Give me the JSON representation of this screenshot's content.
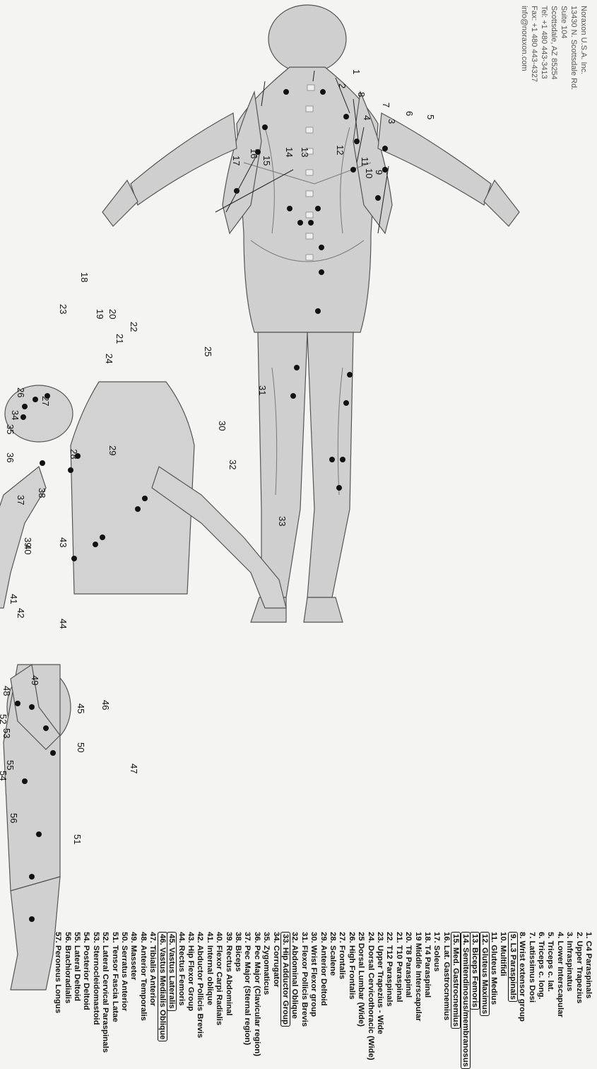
{
  "company": {
    "lines": [
      "Noraxon U.S.A. Inc.",
      "13430 N. Scottsdale Rd.",
      "Suite 104",
      "Scottsdale, AZ 85254",
      "Tel: +1 480 443-3413",
      "Fax: +1 480 443-4327",
      "info@noraxon.com"
    ]
  },
  "legend": [
    {
      "text": "1. C4 Paraspinals",
      "hl": false
    },
    {
      "text": "2. Upper Trapezius",
      "hl": false
    },
    {
      "text": "3. Infraspinatus",
      "hl": false
    },
    {
      "text": "4. Lower Interscapular",
      "hl": false
    },
    {
      "text": "5. Triceps c. lat.",
      "hl": false
    },
    {
      "text": "6. Triceps c. long.",
      "hl": false
    },
    {
      "text": "7. Latissimus Dosi",
      "hl": false
    },
    {
      "text": "8. Wrist extensor group",
      "hl": false
    },
    {
      "text": "9. L3 Paraspinals",
      "hl": true
    },
    {
      "text": "10. Multifidi",
      "hl": false
    },
    {
      "text": "11. Gluteus Medius",
      "hl": false
    },
    {
      "text": "12. Gluteus Maximus",
      "hl": true
    },
    {
      "text": "13. Biceps Femoris",
      "hl": true
    },
    {
      "text": "14. Semitendinosus/membranosus",
      "hl": true
    },
    {
      "text": "15. Med. Gastrocnemius",
      "hl": true
    },
    {
      "text": "16. Lat. Gastrocnemius",
      "hl": false
    },
    {
      "text": "17. Soleus",
      "hl": false
    },
    {
      "text": "18. T4 Paraspinal",
      "hl": false
    },
    {
      "text": "19 Middle Interscapular",
      "hl": false
    },
    {
      "text": "20. T8 Paraspinal",
      "hl": false
    },
    {
      "text": "21. T10 Paraspinal",
      "hl": false
    },
    {
      "text": "22. T12 Paraspinals",
      "hl": false
    },
    {
      "text": "23. Upper Trapezius - Wide",
      "hl": false
    },
    {
      "text": "24. Dorsal Cervicothoracic (Wide)",
      "hl": false
    },
    {
      "text": "25 Dorsal Lumbar (Wide)",
      "hl": false
    },
    {
      "text": "26. High Frontalis",
      "hl": false
    },
    {
      "text": "27. Frontalis",
      "hl": false
    },
    {
      "text": "28. Scalene",
      "hl": false
    },
    {
      "text": "29. Anterior Deltoid",
      "hl": false
    },
    {
      "text": "30. Wrist Flexor group",
      "hl": false
    },
    {
      "text": "31. Flexor Pollicis Brevis",
      "hl": false
    },
    {
      "text": "32. Abdominal Oblique",
      "hl": false
    },
    {
      "text": "33. Hip Adductor Group",
      "hl": true
    },
    {
      "text": "34. Corrugator",
      "hl": false
    },
    {
      "text": "35. Zygomaticus",
      "hl": false
    },
    {
      "text": "36. Pec Major (Clavicular region)",
      "hl": false
    },
    {
      "text": "37. Pec Major (Sternal region)",
      "hl": false
    },
    {
      "text": "38. Biceps",
      "hl": false
    },
    {
      "text": "39. Rectus Abdominal",
      "hl": false
    },
    {
      "text": "40. Flexor Carpi Radialis",
      "hl": false
    },
    {
      "text": "41. Internal oblique",
      "hl": false
    },
    {
      "text": "42. Abductor Pollicis Brevis",
      "hl": false
    },
    {
      "text": "43. Hip Flexor Group",
      "hl": false
    },
    {
      "text": "44. Rectus Femoris",
      "hl": false
    },
    {
      "text": "45. Vastus Lateralis",
      "hl": true
    },
    {
      "text": "46. Vastus Medialis Oblique",
      "hl": true
    },
    {
      "text": "47. Tibialis Anterior",
      "hl": false
    },
    {
      "text": "48. Anterior Temporalis",
      "hl": false
    },
    {
      "text": "49. Masseter",
      "hl": false
    },
    {
      "text": "50. Serratus Anterior",
      "hl": false
    },
    {
      "text": "51. Tensor Fascia Latae",
      "hl": false
    },
    {
      "text": "52. Lateral Cervical Paraspinals",
      "hl": false
    },
    {
      "text": "53. Sternocleidomastoid",
      "hl": false
    },
    {
      "text": "54. Posterior Deltoid",
      "hl": false
    },
    {
      "text": "55. Lateral Deltoid",
      "hl": false
    },
    {
      "text": "56. Brachioradialis",
      "hl": false
    },
    {
      "text": "57. Peroneus Longus",
      "hl": false
    }
  ],
  "figure_labels": {
    "posterior": [
      "1",
      "2",
      "3",
      "4",
      "5",
      "6",
      "7",
      "8",
      "9",
      "10",
      "11",
      "12",
      "13",
      "14",
      "15",
      "16",
      "17",
      "18",
      "19",
      "20",
      "21",
      "22",
      "23",
      "24",
      "25"
    ],
    "anterior": [
      "26",
      "27",
      "28",
      "29",
      "30",
      "31",
      "32",
      "33",
      "34",
      "35",
      "36",
      "37",
      "38",
      "39",
      "40",
      "41",
      "42",
      "43",
      "44",
      "45",
      "46",
      "47"
    ],
    "lateral": [
      "48",
      "49",
      "50",
      "51",
      "52",
      "53",
      "54",
      "55",
      "56"
    ]
  },
  "colors": {
    "skin": "#cfcfcf",
    "muscle": "#8d8d8d",
    "line": "#222222",
    "electrode": "#111111",
    "paper": "#f4f4f2"
  }
}
